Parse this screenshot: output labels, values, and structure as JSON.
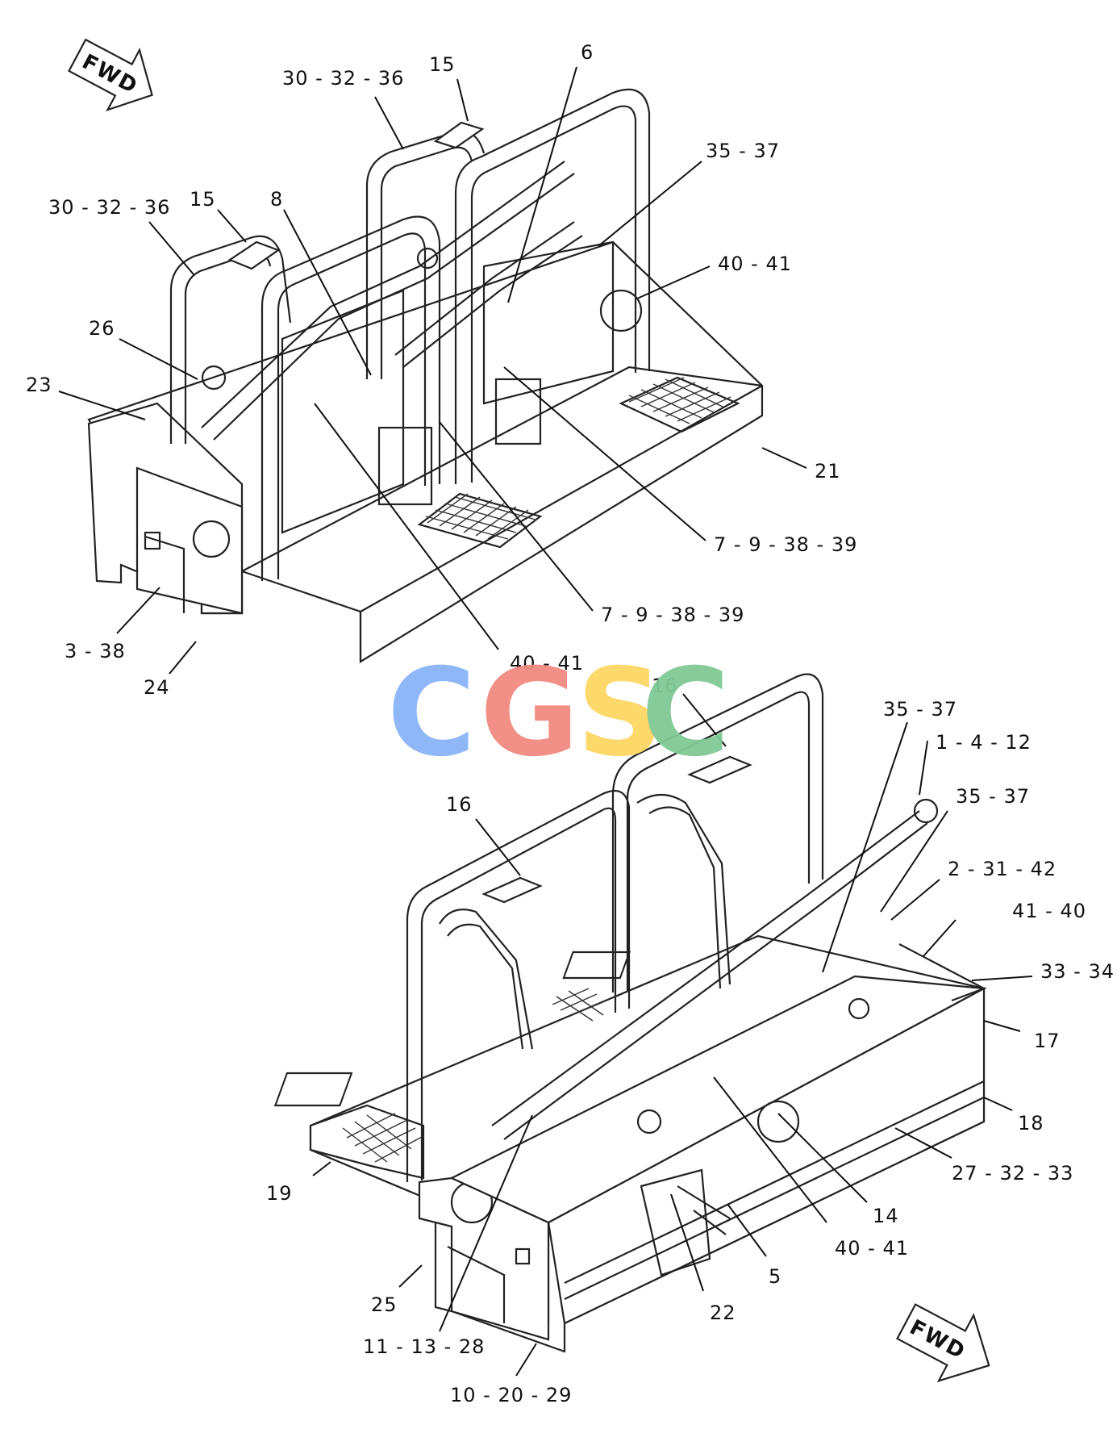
{
  "diagram": {
    "top_view": {
      "fwd_arrow": "FWD",
      "callouts": {
        "c15a": "15",
        "c15b": "15",
        "c30a": "30 - 32 - 36",
        "c30b": "30 - 32 - 36",
        "c6": "6",
        "c8": "8",
        "c3537": "35 - 37",
        "c4041a": "40 - 41",
        "c26": "26",
        "c23": "23",
        "c21": "21",
        "c7939a": "7 - 9 - 38 - 39",
        "c7939b": "7 - 9 - 38 - 39",
        "c338": "3 - 38",
        "c24": "24",
        "c4041b": "40 - 41"
      }
    },
    "bottom_view": {
      "fwd_arrow": "FWD",
      "callouts": {
        "c16a": "16",
        "c16b": "16",
        "c3537a": "35 - 37",
        "c1412": "1 - 4 - 12",
        "c3537b": "35 - 37",
        "c23142": "2 - 31 - 42",
        "c4140": "41 - 40",
        "c3334": "33 - 34",
        "c17": "17",
        "c18": "18",
        "c273233": "27 - 32 - 33",
        "c14": "14",
        "c4041": "40 - 41",
        "c5": "5",
        "c22": "22",
        "c19": "19",
        "c25": "25",
        "c111328": "11 - 13 - 28",
        "c102029": "10 - 20 - 29"
      }
    },
    "watermark": {
      "letters": [
        "C",
        "G",
        "S",
        "C"
      ],
      "colors": [
        "#8ab4f8",
        "#f28b82",
        "#fdd663",
        "#81c995"
      ]
    }
  }
}
